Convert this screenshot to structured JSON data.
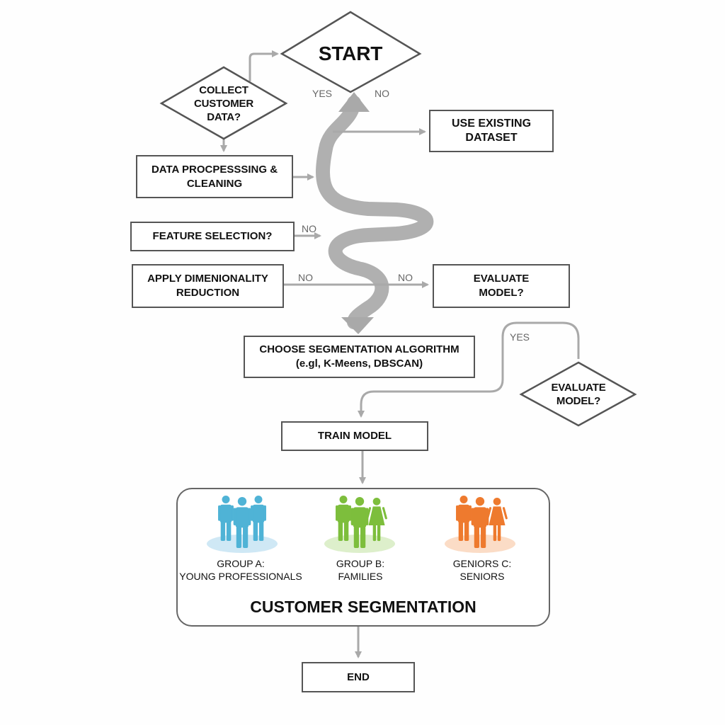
{
  "diagram": {
    "title": "Customer Segmentation Flowchart",
    "nodes": {
      "start": {
        "label": "START",
        "shape": "diamond"
      },
      "collect": {
        "label": "COLLECT CUSTOMER DATA?",
        "line1": "COLLECT",
        "line2": "CUSTOMER",
        "line3": "DATA?",
        "shape": "diamond"
      },
      "use_existing": {
        "line1": "USE EXISTING",
        "line2": "DATASET",
        "shape": "rect"
      },
      "preprocess": {
        "line1": "DATA PROCPESSSING &",
        "line2": "CLEANING",
        "shape": "rect"
      },
      "feature": {
        "label": "FEATURE SELECTION?",
        "shape": "rect"
      },
      "dimred": {
        "line1": "APPLY DIMENIONALITY",
        "line2": "REDUCTION",
        "shape": "rect"
      },
      "evaluate_box": {
        "line1": "EVALUATE",
        "line2": "MODEL?",
        "shape": "rect"
      },
      "choose_algo": {
        "line1": "CHOOSE SEGMENTATION ALGORITHM",
        "line2": "(e.gl, K-Meens, DBSCAN)",
        "shape": "rect"
      },
      "evaluate_diamond": {
        "line1": "EVALUATE",
        "line2": "MODEL?",
        "shape": "diamond"
      },
      "train": {
        "label": "TRAIN MODEL",
        "shape": "rect"
      },
      "segmentation": {
        "title": "CUSTOMER SEGMENTATION",
        "shape": "rounded-rect"
      },
      "end": {
        "label": "END",
        "shape": "rect"
      }
    },
    "edge_labels": {
      "start_yes": "YES",
      "start_no": "NO",
      "feature_no": "NO",
      "dimred_no": "NO",
      "evaluate_no": "NO",
      "loop_yes": "YES"
    },
    "groups": [
      {
        "line1": "GROUP A:",
        "line2": "YOUNG PROFESSIONALS",
        "color": "#4FB3D6",
        "halo": "#CFE8F5",
        "icon": "people-group-icon"
      },
      {
        "line1": "GROUP B:",
        "line2": "FAMILIES",
        "color": "#7DBE3C",
        "halo": "#DDEFCB",
        "icon": "family-icon"
      },
      {
        "line1": "GENIORS C:",
        "line2": "SENIORS",
        "color": "#EE7A2E",
        "halo": "#FBDCC6",
        "icon": "seniors-icon"
      }
    ],
    "colors": {
      "arrow": "#A9A9A9",
      "stroke": "#555555",
      "text": "#111111"
    }
  }
}
